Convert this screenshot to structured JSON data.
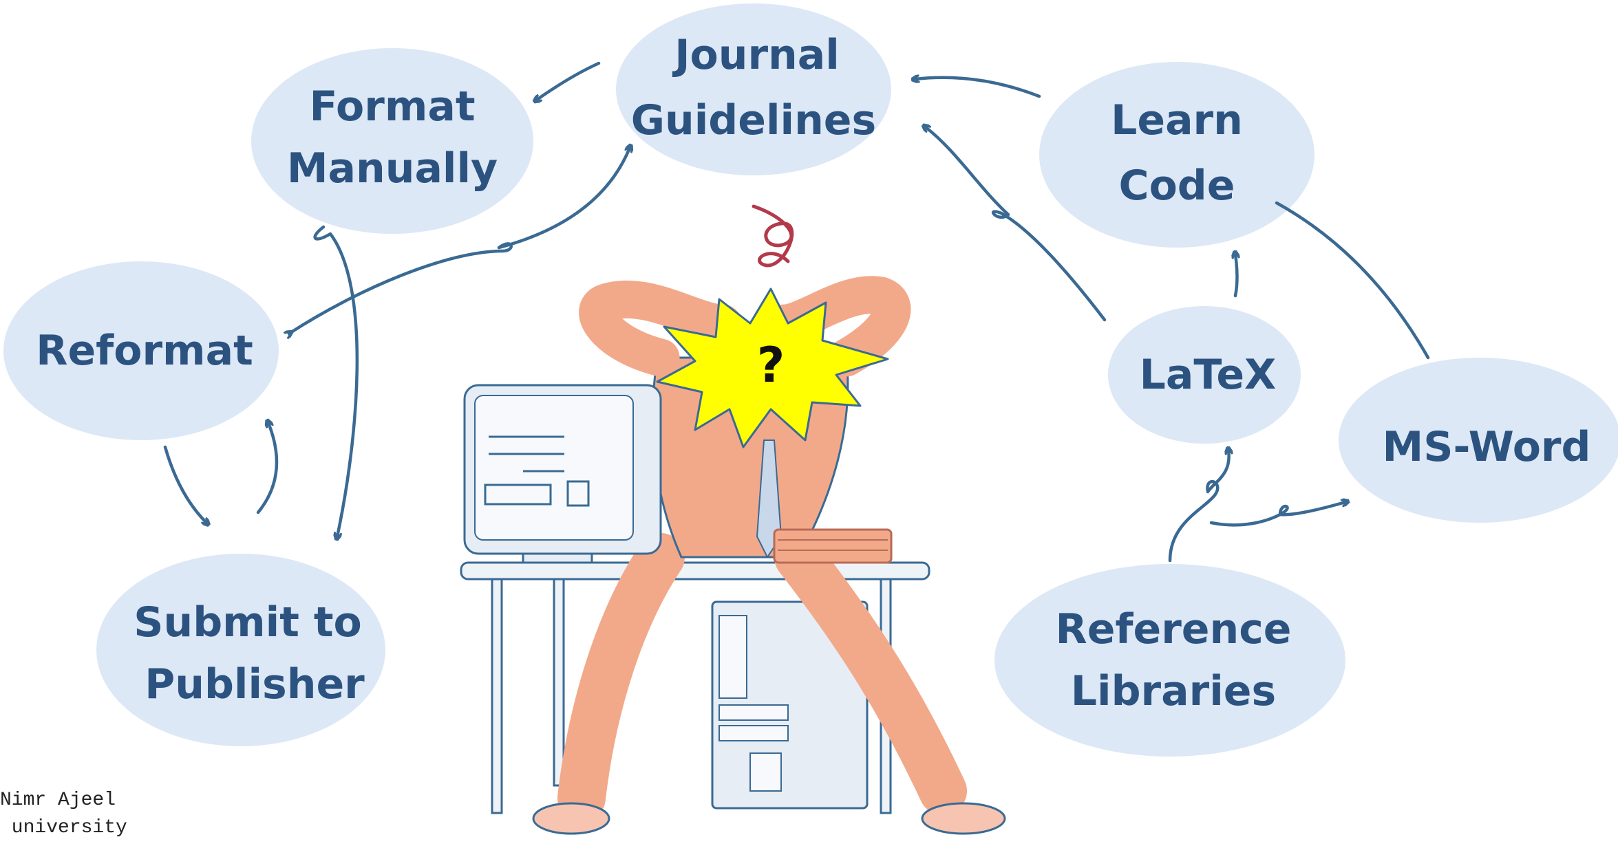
{
  "nodes": {
    "journal_guidelines": [
      "Journal",
      "Guidelines"
    ],
    "format_manually": [
      "Format",
      "Manually"
    ],
    "learn_code": [
      "Learn",
      "Code"
    ],
    "reformat": [
      "Reformat"
    ],
    "latex": [
      "LaTeX"
    ],
    "ms_word": [
      "MS-Word"
    ],
    "submit_to_publisher": [
      "Submit to",
      "Publisher"
    ],
    "reference_libraries": [
      "Reference",
      "Libraries"
    ]
  },
  "burst_symbol": "?",
  "credit": [
    "Nimr Ajeel",
    " university"
  ],
  "colors": {
    "bubble": "#dde8f6",
    "label": "#2c5380",
    "arrow": "#3a6a93",
    "burst": "#ffff00",
    "shirt": "#f2a98a",
    "squiggle": "#b23a4a"
  },
  "icons": [
    "stressed-person-illustration",
    "computer-monitor-icon",
    "computer-tower-icon",
    "desk-icon",
    "paper-stack-icon"
  ]
}
